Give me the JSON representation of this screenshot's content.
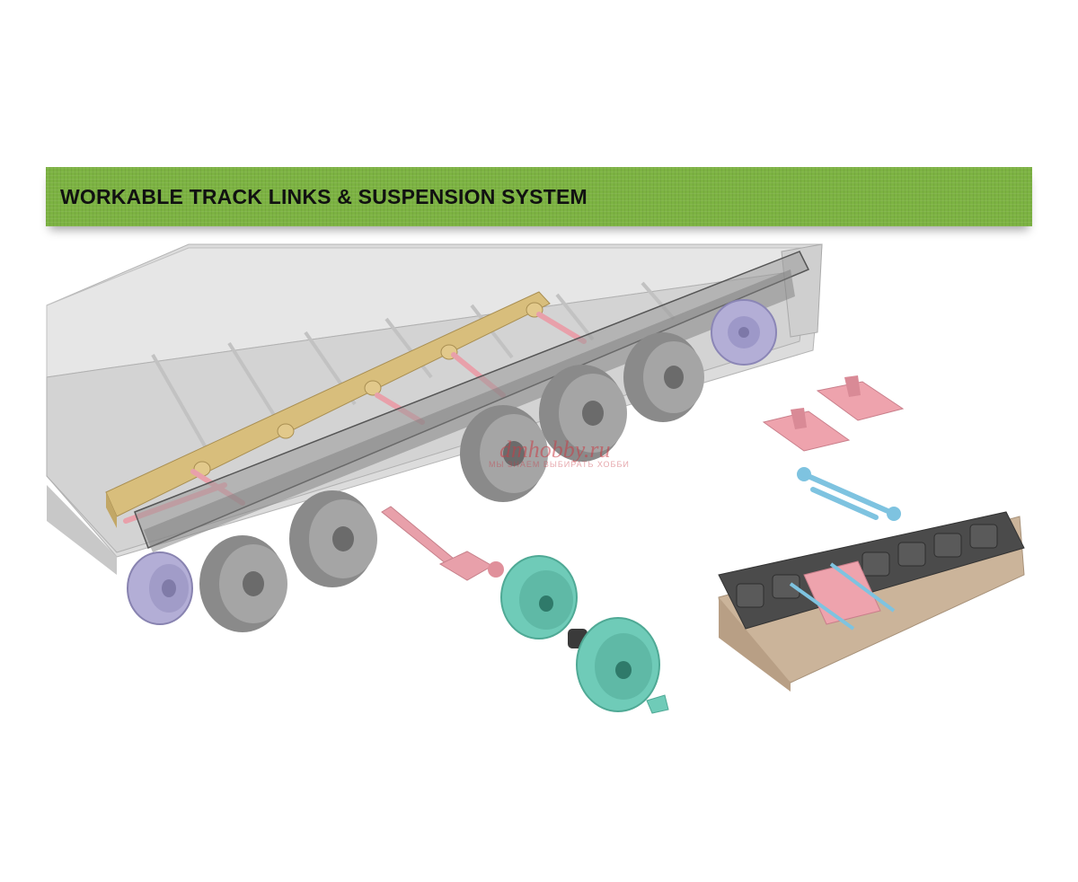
{
  "banner": {
    "title": "WORKABLE TRACK LINKS & SUSPENSION SYSTEM",
    "color": "#7cb342"
  },
  "watermark": {
    "logo_text": "dmhobby.ru",
    "sub_text": "МЫ ЗНАЕМ ВЫБИРАТЬ ХОББИ"
  },
  "colors": {
    "hull_grey": "#c9c9c9",
    "rail_tan": "#d8be7c",
    "torsion_pink": "#e8a0aa",
    "sprocket_lavender": "#b3aed6",
    "roadwheel_teal": "#6fcbb8",
    "link_blue": "#7ec3e0",
    "track_dark": "#4b4b4b",
    "base_tan": "#cbb49a"
  }
}
